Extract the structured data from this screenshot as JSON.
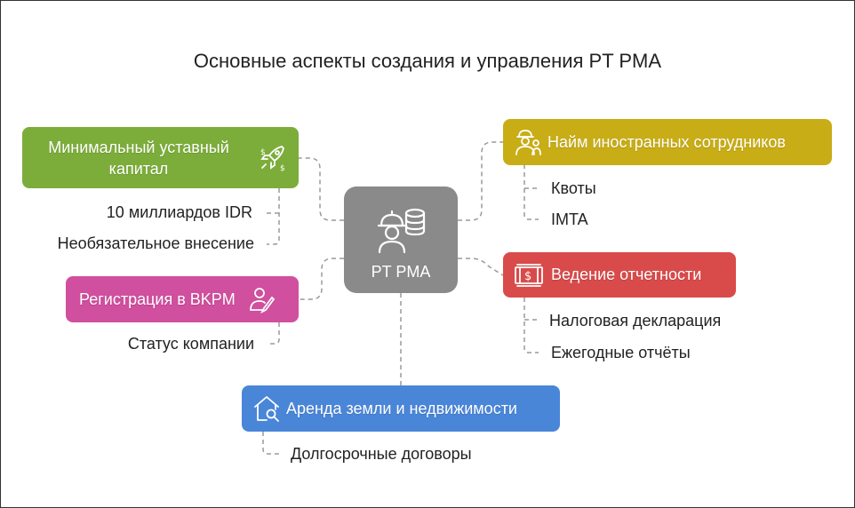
{
  "title": "Основные аспекты создания и управления PT PMA",
  "center": {
    "label": "PT PMA",
    "icon": "worker-database-icon"
  },
  "branches": {
    "capital": {
      "label_line1": "Минимальный уставный",
      "label_line2": "капитал",
      "color": "#7cad3a",
      "icon": "rocket-money-icon",
      "items": [
        "10 миллиардов IDR",
        "Необязательное внесение"
      ]
    },
    "registration": {
      "label": "Регистрация в BKPM",
      "color": "#d04f9e",
      "icon": "person-pen-icon",
      "items": [
        "Статус компании"
      ]
    },
    "lease": {
      "label": "Аренда земли и недвижимости",
      "color": "#4a86d8",
      "icon": "house-search-icon",
      "items": [
        "Долгосрочные договоры"
      ]
    },
    "hiring": {
      "label": "Найм иностранных сотрудников",
      "color": "#c8ad16",
      "icon": "workers-icon",
      "items": [
        "Квоты",
        "IMTA"
      ]
    },
    "reporting": {
      "label": "Ведение отчетности",
      "color": "#d94b4b",
      "icon": "money-stack-icon",
      "items": [
        "Налоговая декларация",
        "Ежегодные отчёты"
      ]
    }
  }
}
